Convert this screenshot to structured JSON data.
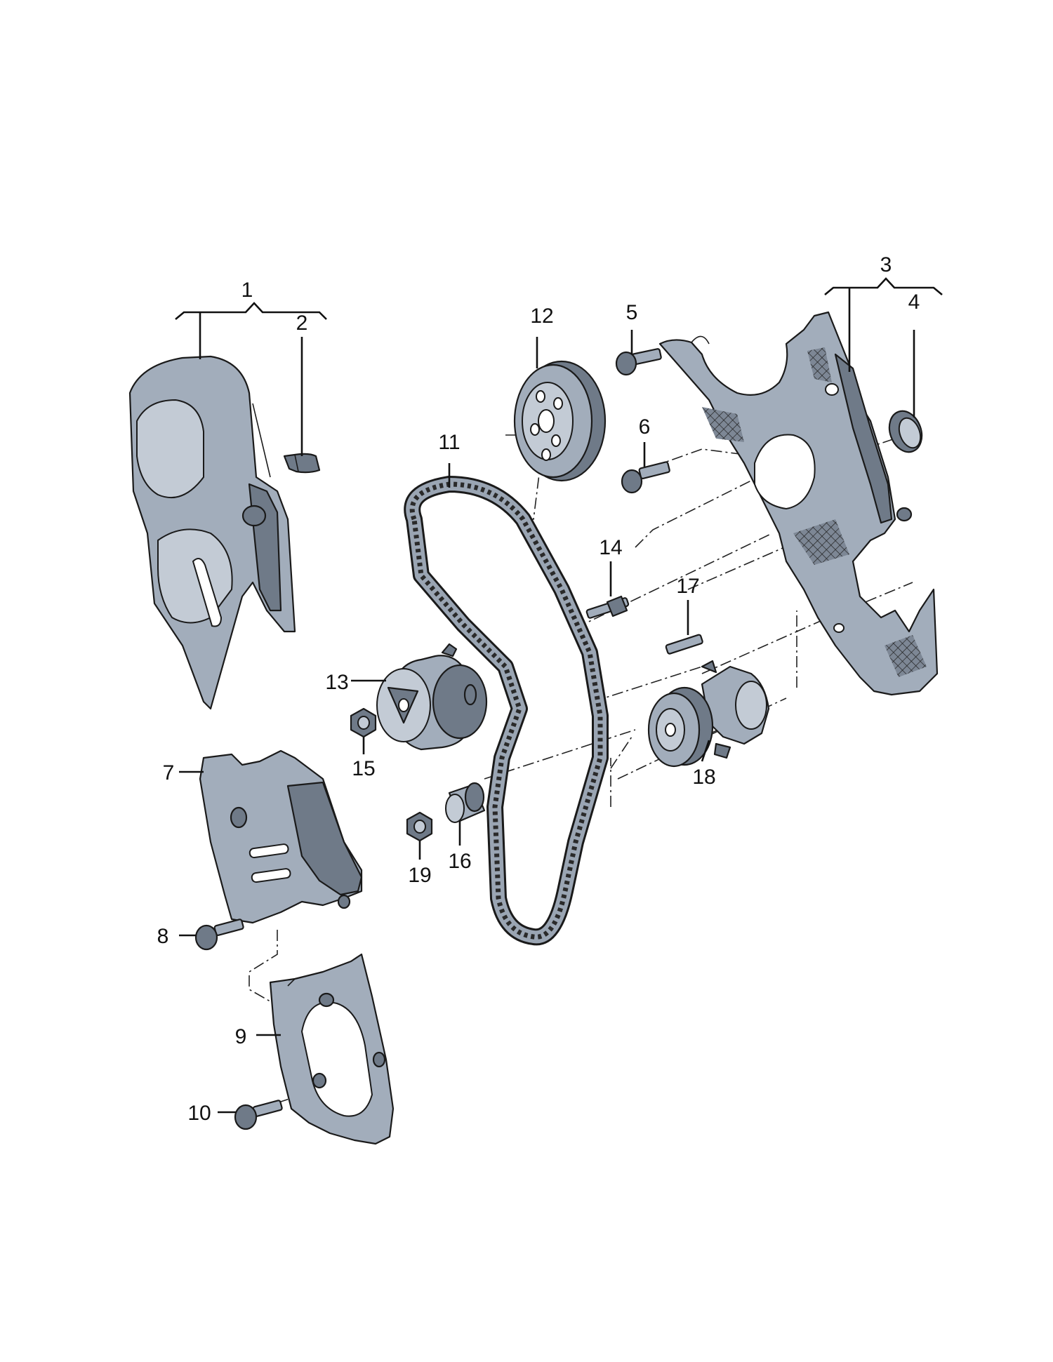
{
  "diagram": {
    "callouts": [
      {
        "id": "1",
        "label": "1"
      },
      {
        "id": "2",
        "label": "2"
      },
      {
        "id": "3",
        "label": "3"
      },
      {
        "id": "4",
        "label": "4"
      },
      {
        "id": "5",
        "label": "5"
      },
      {
        "id": "6",
        "label": "6"
      },
      {
        "id": "7",
        "label": "7"
      },
      {
        "id": "8",
        "label": "8"
      },
      {
        "id": "9",
        "label": "9"
      },
      {
        "id": "10",
        "label": "10"
      },
      {
        "id": "11",
        "label": "11"
      },
      {
        "id": "12",
        "label": "12"
      },
      {
        "id": "13",
        "label": "13"
      },
      {
        "id": "14",
        "label": "14"
      },
      {
        "id": "15",
        "label": "15"
      },
      {
        "id": "16",
        "label": "16"
      },
      {
        "id": "17",
        "label": "17"
      },
      {
        "id": "18",
        "label": "18"
      },
      {
        "id": "19",
        "label": "19"
      }
    ],
    "colors": {
      "part": "#a2adbb",
      "part_dark": "#6f7a88",
      "outline": "#1a1a1a",
      "background": "#ffffff"
    }
  }
}
